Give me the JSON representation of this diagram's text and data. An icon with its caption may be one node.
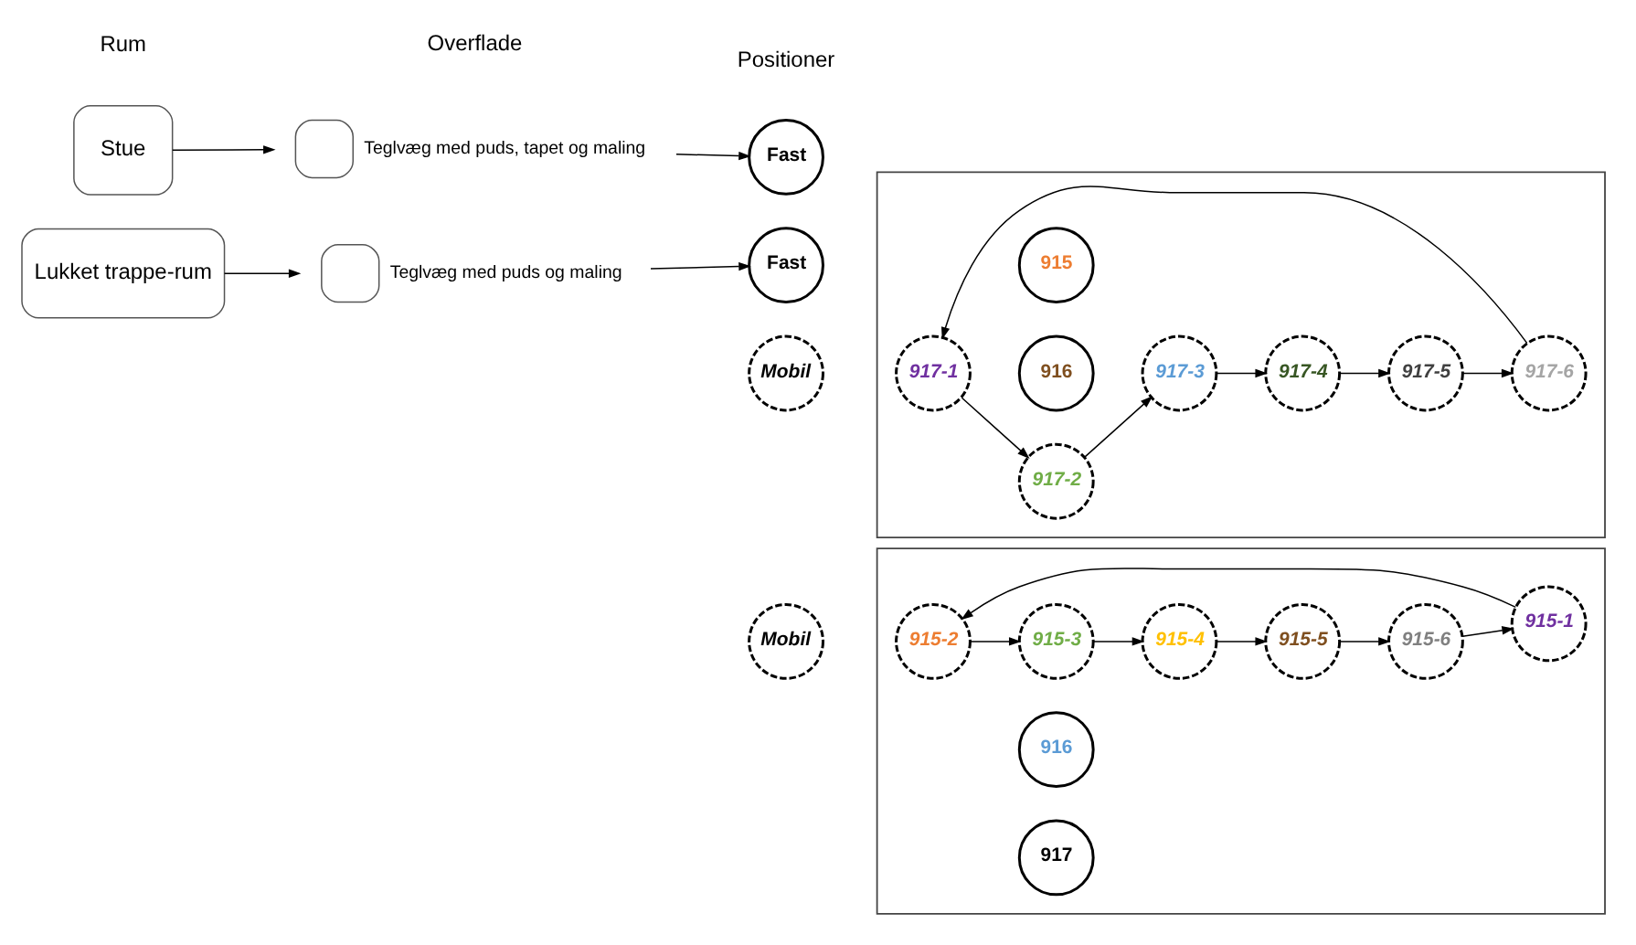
{
  "diagram": {
    "nodes": [
      {
        "text": [
          "Stue"
        ]
      },
      {
        "text": [],
        "shape": "box",
        "beside": [
          "Teglvæg med puds, tapet og maling"
        ]
      },
      {
        "text": [
          "Fast"
        ]
      },
      {
        "text": [
          "Mobil"
        ]
      },
      {
        "text": [],
        "shape": "box"
      },
      {
        "text": [
          "915-2"
        ],
        "in": 4
      },
      {
        "text": [
          "917"
        ],
        "in": 4
      },
      {
        "text": [
          "916"
        ],
        "in": 4
      },
      {
        "text": [
          "915-3"
        ],
        "in": 4
      },
      {
        "text": [
          "915-1"
        ],
        "in": 4
      },
      {
        "text": [
          "915-4"
        ],
        "in": 4
      },
      {
        "text": [
          "915-5"
        ],
        "in": 4
      },
      {
        "text": [
          "915-6"
        ],
        "in": 4
      },
      {
        "text": [
          "Lukket trappe-rum"
        ]
      },
      {
        "text": [],
        "shape": "box",
        "beside": [
          "Teglvæg med puds og maling"
        ]
      },
      {
        "text": [
          "Fast"
        ]
      },
      {
        "text": [
          "Mobil"
        ]
      },
      {
        "text": [],
        "shape": "box"
      },
      {
        "text": [
          "917-1"
        ],
        "in": 17
      },
      {
        "text": [
          "917-2"
        ],
        "in": 17
      },
      {
        "text": [
          "917-3"
        ],
        "in": 17
      },
      {
        "text": [
          "916"
        ],
        "in": 17
      },
      {
        "text": [
          "915"
        ],
        "in": 17
      },
      {
        "text": [
          "917-4"
        ],
        "in": 17
      },
      {
        "text": [
          "917-5"
        ],
        "in": 17
      },
      {
        "text": [
          "917-6"
        ],
        "in": 17
      }
    ],
    "edges": [
      {
        "from": 0,
        "to": 1,
        "arrow": "to"
      },
      {
        "from": 1,
        "to": 2,
        "arrow": "to"
      },
      {
        "from": 5,
        "to": 8,
        "arrow": "to"
      },
      {
        "from": 9,
        "to": 5,
        "arrow": "to"
      },
      {
        "from": 8,
        "to": 10,
        "arrow": "to"
      },
      {
        "from": 10,
        "to": 11,
        "arrow": "to"
      },
      {
        "from": 11,
        "to": 12,
        "arrow": "to"
      },
      {
        "from": 12,
        "to": 9,
        "arrow": "to"
      },
      {
        "from": 13,
        "to": 14,
        "arrow": "to"
      },
      {
        "from": 14,
        "to": 15,
        "arrow": "to"
      },
      {
        "from": 18,
        "to": 19,
        "arrow": "to"
      },
      {
        "from": 19,
        "to": 20,
        "arrow": "to"
      },
      {
        "from": 20,
        "to": 23,
        "arrow": "to"
      },
      {
        "from": 23,
        "to": 24,
        "arrow": "to"
      },
      {
        "from": 24,
        "to": 25,
        "arrow": "to"
      },
      {
        "from": 25,
        "to": 18,
        "arrow": "to"
      }
    ],
    "labels": [
      "Rum",
      "Overflade",
      "Positioner"
    ]
  }
}
